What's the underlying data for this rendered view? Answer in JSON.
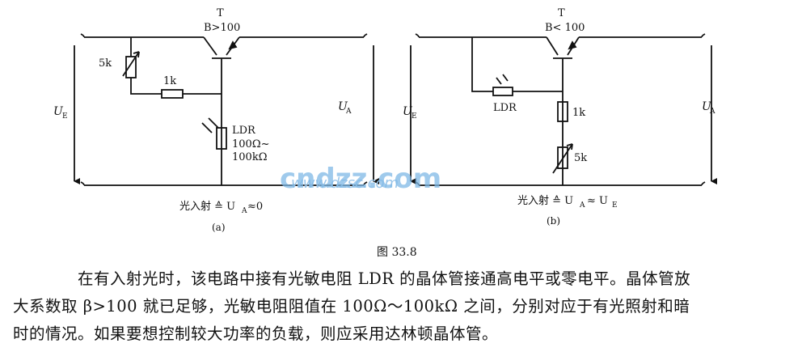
{
  "circuit_a": {
    "transistor_label": "T",
    "gain_label": "B>100",
    "pot_label": "5k",
    "resistor_label": "1k",
    "ldr_label": "LDR",
    "ldr_range_1": "100Ω~",
    "ldr_range_2": "100kΩ",
    "input_label": "U",
    "input_sub": "E",
    "output_label": "U",
    "output_sub": "A",
    "condition": "光入射 ≙ U",
    "condition_sub": "A",
    "condition_tail": " ≈0",
    "caption": "(a)"
  },
  "circuit_b": {
    "transistor_label": "T",
    "gain_label": "B< 100",
    "ldr_label": "LDR",
    "resistor_label": "1k",
    "pot_label": "5k",
    "input_label": "U",
    "input_sub": "E",
    "output_label": "U",
    "output_sub": "A",
    "condition": "光入射 ≙ U",
    "condition_sub": "A",
    "condition_mid": "≈ U",
    "condition_sub2": "E",
    "caption": "(b)"
  },
  "figure_caption": "图 33.8",
  "watermark_small": "www.dzsc.com",
  "watermark_big": "cndzz.com",
  "paragraph": {
    "line1": "在有入射光时，该电路中接有光敏电阻 LDR 的晶体管接通高电平或零电平。晶体管放",
    "line2": "大系数取 β>100 就已足够，光敏电阻阻值在 100Ω～100kΩ 之间，分别对应于有光照射和暗",
    "line3": "时的情况。如果要想控制较大功率的负载，则应采用达林顿晶体管。"
  },
  "colors": {
    "ink": "#111111",
    "watermark": "#7fb8e6"
  }
}
